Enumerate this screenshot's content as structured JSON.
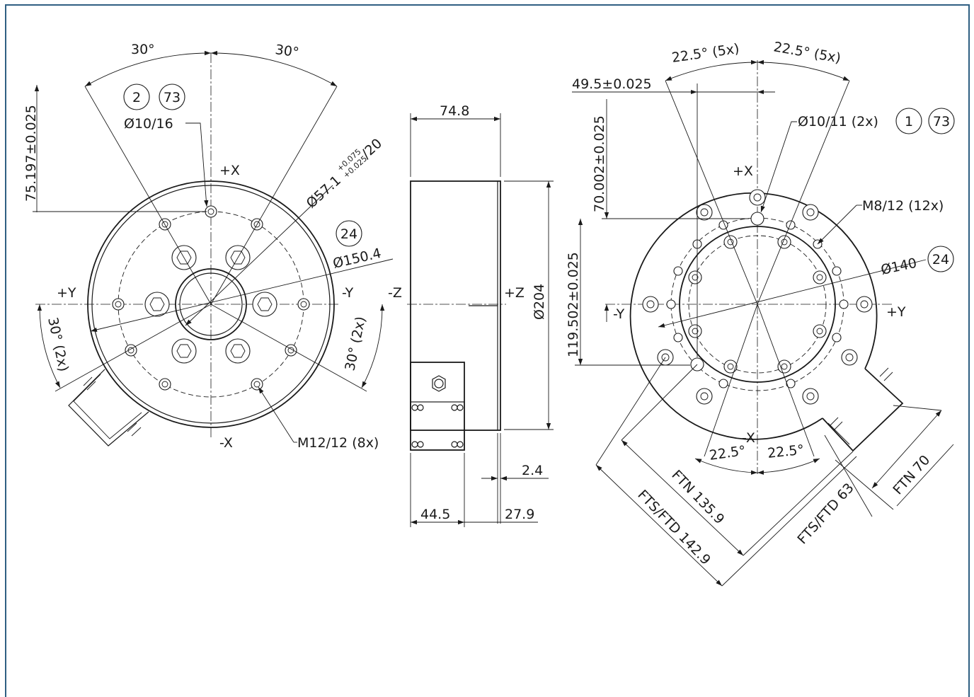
{
  "left_view": {
    "angle_left": "30°",
    "angle_right": "30°",
    "bubbles": [
      "2",
      "73",
      "24"
    ],
    "hole_callout": "Ø10/16",
    "dim_vertical": "75.197±0.025",
    "bore": "Ø57.1",
    "bore_tol_upper": "+0.075",
    "bore_tol_lower": "+0.025",
    "bore_depth": "/20",
    "diameter": "Ø150.4",
    "axis_pos_x": "+X",
    "axis_neg_x": "-X",
    "axis_pos_y": "+Y",
    "axis_neg_y": "-Y",
    "angle_bottom_left": "30° (2x)",
    "angle_bottom_right": "30° (2x)",
    "thread_callout": "M12/12 (8x)"
  },
  "side_view": {
    "width_top": "74.8",
    "axis_neg_z": "-Z",
    "axis_pos_z": "+Z",
    "diameter": "Ø204",
    "dim_small": "2.4",
    "dim_bottom_left": "44.5",
    "dim_bottom_right": "27.9"
  },
  "right_view": {
    "angle_left": "22.5° (5x)",
    "angle_right": "22.5° (5x)",
    "dim_offset": "49.5±0.025",
    "dim_vertical_short": "70.002±0.025",
    "dim_vertical_long": "119.502±0.025",
    "hole_callout": "Ø10/11 (2x)",
    "bubbles": [
      "1",
      "73",
      "24"
    ],
    "axis_pos_x": "+X",
    "axis_neg_x": "-X",
    "axis_pos_y": "+Y",
    "axis_neg_y": "-Y",
    "thread_callout": "M8/12 (12x)",
    "diameter": "Ø140",
    "angle_bottom_left": "22.5°",
    "angle_bottom_right": "22.5°",
    "dim_ftn_135": "FTN 135.9",
    "dim_fts_142": "FTS/FTD 142.9",
    "dim_fts_63": "FTS/FTD 63",
    "dim_ftn_70": "FTN 70"
  }
}
